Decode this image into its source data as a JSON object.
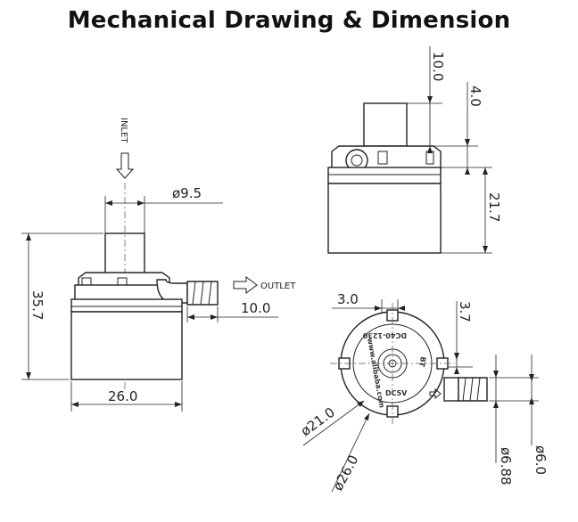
{
  "title": "Mechanical Drawing & Dimension",
  "labels": {
    "inlet": "INLET",
    "outlet": "OUTLET"
  },
  "dimensions": {
    "inlet_diameter": "ø9.5",
    "height": "35.7",
    "width": "26.0",
    "outlet_length": "10.0",
    "top_10": "10.0",
    "top_4": "4.0",
    "body_21_7": "21.7",
    "offset_3_0": "3.0",
    "offset_3_7": "3.7",
    "d_21": "ø21.0",
    "d_26": "ø26.0",
    "d_6_88": "ø6.88",
    "d_6_0": "ø6.0"
  },
  "stamp": {
    "model": "DC40-1230",
    "brand": "BT",
    "voltage": "DC5V",
    "web": "www.alibaba.com"
  },
  "colors": {
    "line": "#222222",
    "text": "#111111",
    "background": "#ffffff"
  }
}
